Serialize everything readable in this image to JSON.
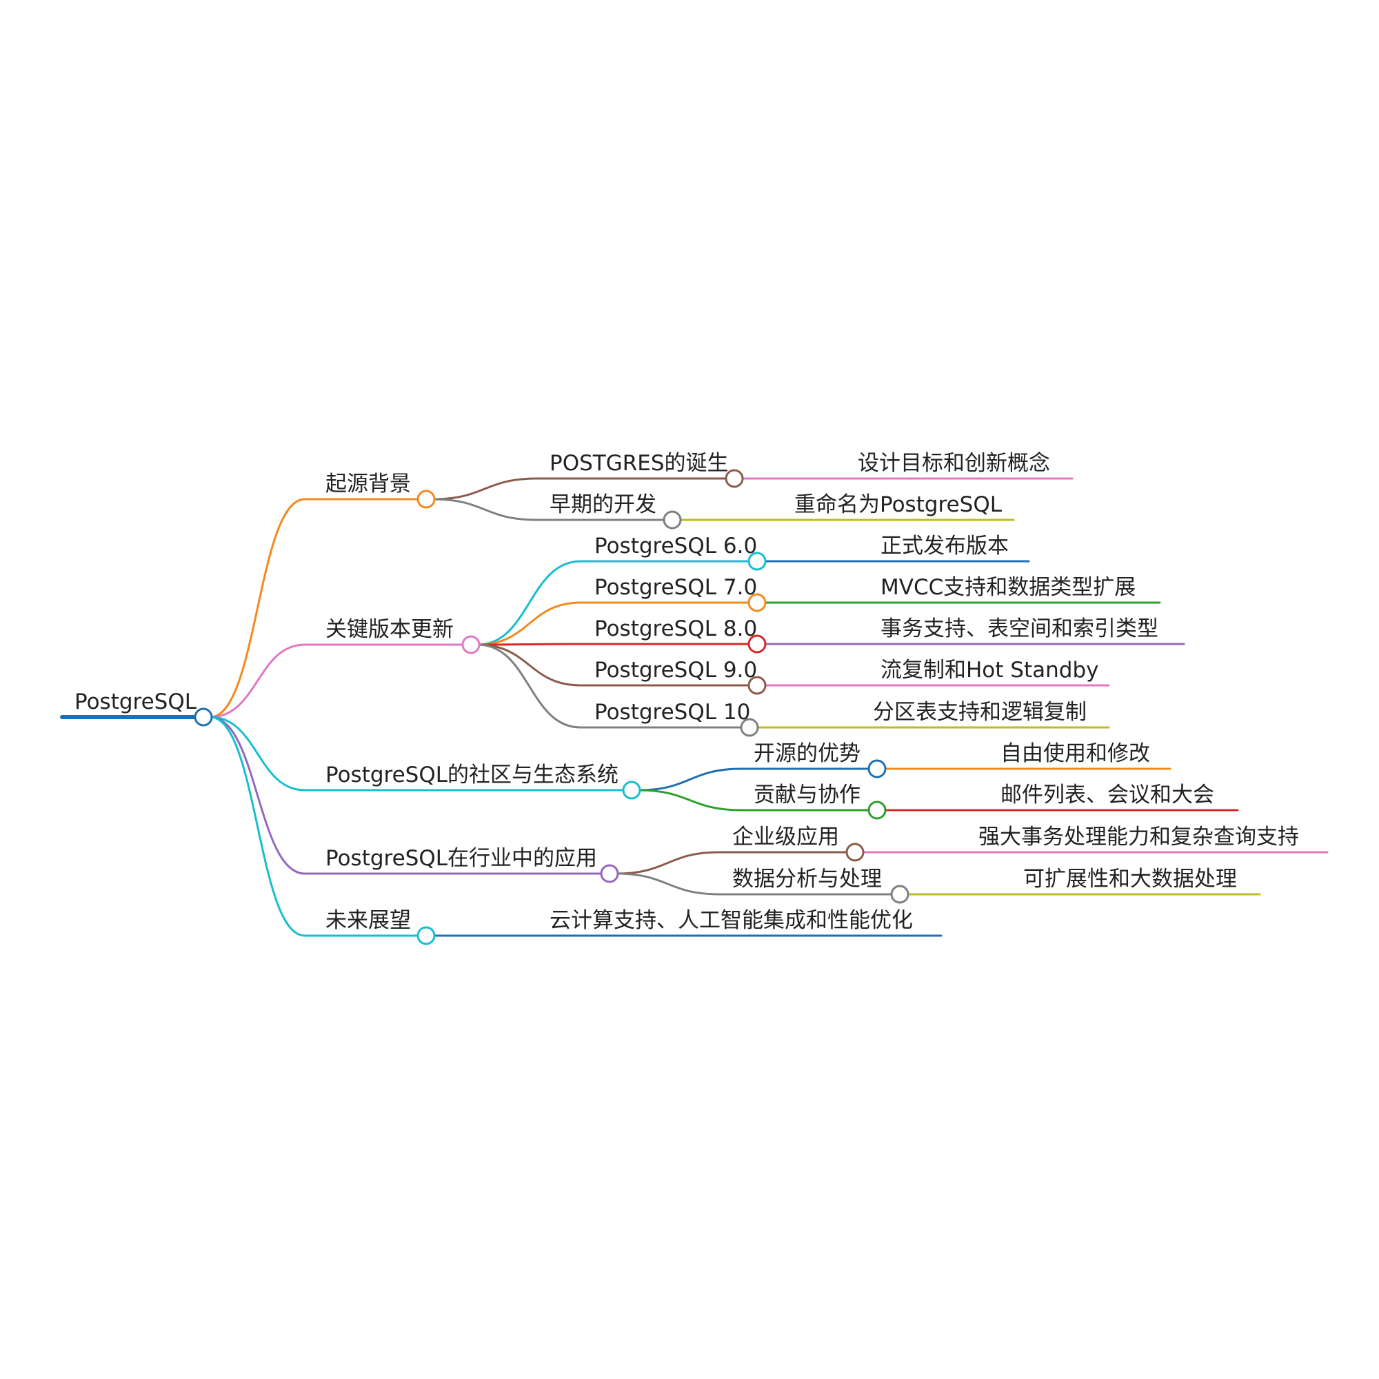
{
  "root": {
    "label": "PostgreSQL",
    "color": "#1f6fb4",
    "children": [
      {
        "label": "起源背景",
        "color": "#f28a1e",
        "children": [
          {
            "label": "POSTGRES的诞生",
            "color": "#8c5a4a",
            "children": [
              {
                "label": "设计目标和创新概念",
                "color": "#e377c2"
              }
            ]
          },
          {
            "label": "早期的开发",
            "color": "#7f7f7f",
            "children": [
              {
                "label": "重命名为PostgreSQL",
                "color": "#bcbd22"
              }
            ]
          }
        ]
      },
      {
        "label": "关键版本更新",
        "color": "#e377c2",
        "children": [
          {
            "label": "PostgreSQL 6.0",
            "color": "#17becf",
            "children": [
              {
                "label": "正式发布版本",
                "color": "#1f6fb4"
              }
            ]
          },
          {
            "label": "PostgreSQL 7.0",
            "color": "#f28a1e",
            "children": [
              {
                "label": "MVCC支持和数据类型扩展",
                "color": "#2ca02c"
              }
            ]
          },
          {
            "label": "PostgreSQL 8.0",
            "color": "#d62728",
            "children": [
              {
                "label": "事务支持、表空间和索引类型",
                "color": "#9467bd"
              }
            ]
          },
          {
            "label": "PostgreSQL 9.0",
            "color": "#8c5a4a",
            "children": [
              {
                "label": "流复制和Hot Standby",
                "color": "#e377c2"
              }
            ]
          },
          {
            "label": "PostgreSQL 10",
            "color": "#7f7f7f",
            "children": [
              {
                "label": "分区表支持和逻辑复制",
                "color": "#bcbd22"
              }
            ]
          }
        ]
      },
      {
        "label": "PostgreSQL的社区与生态系统",
        "color": "#17becf",
        "children": [
          {
            "label": "开源的优势",
            "color": "#1f6fb4",
            "children": [
              {
                "label": "自由使用和修改",
                "color": "#f28a1e"
              }
            ]
          },
          {
            "label": "贡献与协作",
            "color": "#2ca02c",
            "children": [
              {
                "label": "邮件列表、会议和大会",
                "color": "#d62728"
              }
            ]
          }
        ]
      },
      {
        "label": "PostgreSQL在行业中的应用",
        "color": "#9467bd",
        "children": [
          {
            "label": "企业级应用",
            "color": "#8c5a4a",
            "children": [
              {
                "label": "强大事务处理能力和复杂查询支持",
                "color": "#e377c2"
              }
            ]
          },
          {
            "label": "数据分析与处理",
            "color": "#7f7f7f",
            "children": [
              {
                "label": "可扩展性和大数据处理",
                "color": "#bcbd22"
              }
            ]
          }
        ]
      },
      {
        "label": "未来展望",
        "color": "#17becf",
        "children": [
          {
            "label": "云计算支持、人工智能集成和性能优化",
            "color": "#1f6fb4"
          }
        ]
      }
    ]
  }
}
